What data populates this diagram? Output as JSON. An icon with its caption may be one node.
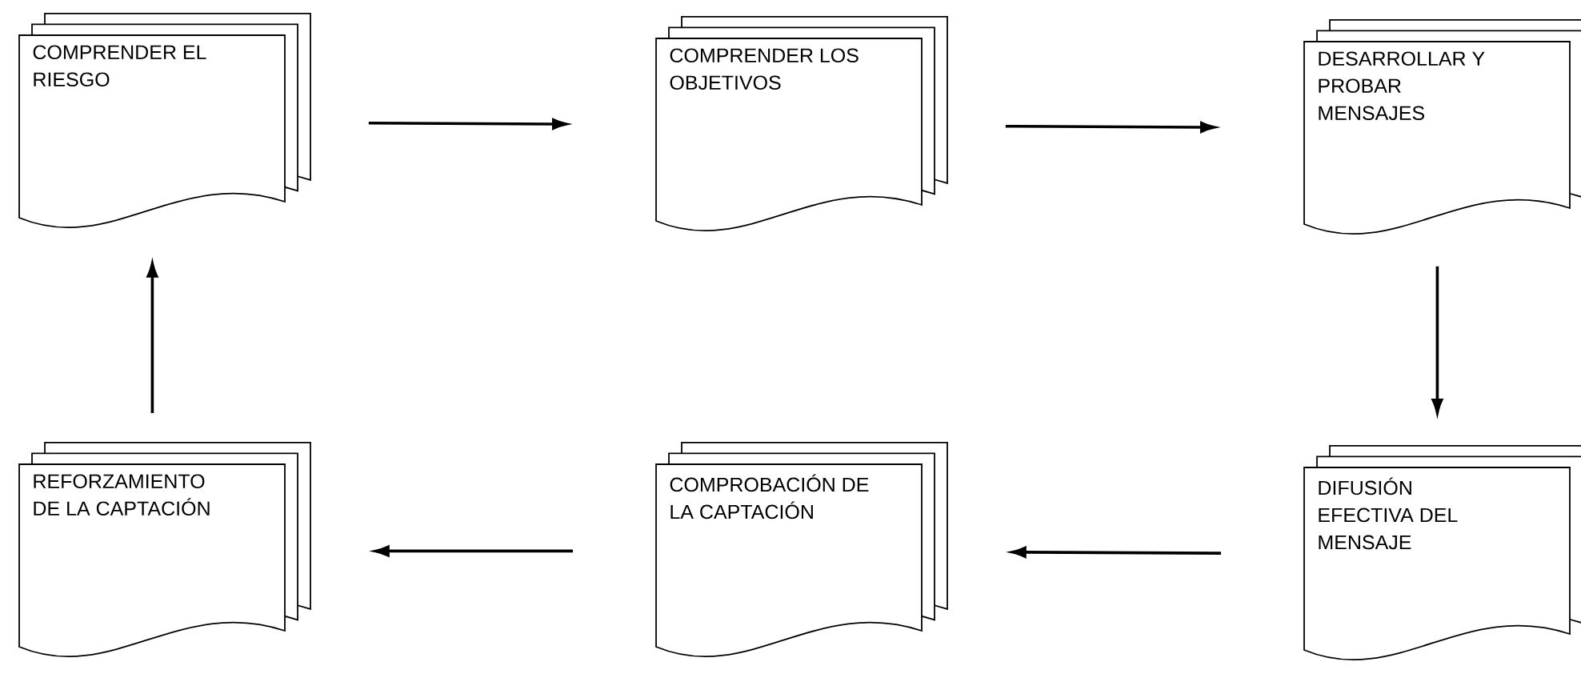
{
  "diagram": {
    "nodes": [
      {
        "text": [
          "COMPRENDER EL RIESGO"
        ]
      },
      {
        "text": [
          "COMPRENDER LOS OBJETIVOS"
        ]
      },
      {
        "text": [
          "DESARROLLAR Y PROBAR MENSAJES"
        ]
      },
      {
        "text": [
          "REFORZAMIENTO DE LA CAPTACIÓN"
        ]
      },
      {
        "text": [
          "COMPROBACIÓN DE LA CAPTACIÓN"
        ]
      },
      {
        "text": [
          "DIFUSIÓN EFECTIVA DEL MENSAJE"
        ]
      }
    ],
    "edges": [
      {
        "from": 0,
        "to": 1,
        "arrow": "to"
      },
      {
        "from": 1,
        "to": 2,
        "arrow": "to"
      },
      {
        "from": 2,
        "to": 5,
        "arrow": "to"
      },
      {
        "from": 5,
        "to": 4,
        "arrow": "to"
      },
      {
        "from": 4,
        "to": 3,
        "arrow": "to"
      },
      {
        "from": 3,
        "to": 0,
        "arrow": "to"
      }
    ]
  }
}
